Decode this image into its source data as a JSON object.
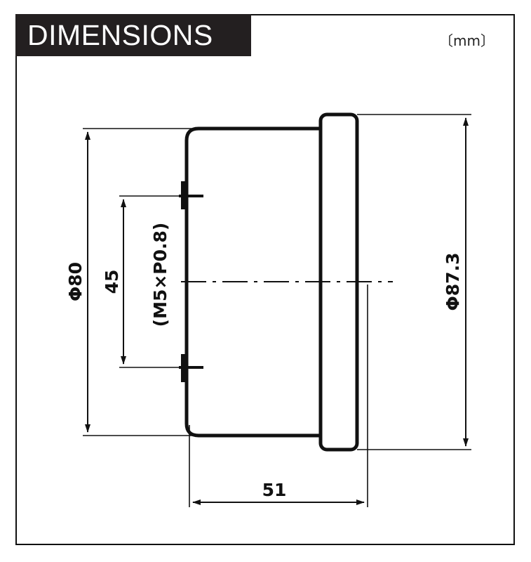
{
  "header": {
    "title": "DIMENSIONS",
    "unit": "〔mm〕"
  },
  "dimensions": {
    "body_diameter": "Φ80",
    "mount_spacing": "45",
    "mount_thread": "(M5×P0.8)",
    "bezel_diameter": "Φ87.3",
    "depth": "51"
  },
  "colors": {
    "line": "#111111",
    "title_bg": "#231f20",
    "title_text": "#ffffff",
    "background": "#ffffff"
  }
}
